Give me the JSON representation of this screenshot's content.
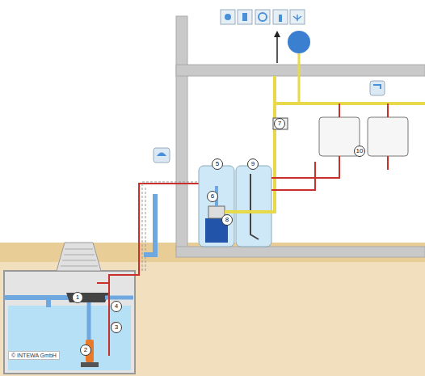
{
  "diagram": {
    "labels": [
      "7",
      "10",
      "5",
      "9",
      "6",
      "8",
      "1",
      "4",
      "3",
      "2",
      "© INTEWA GmbH"
    ]
  }
}
